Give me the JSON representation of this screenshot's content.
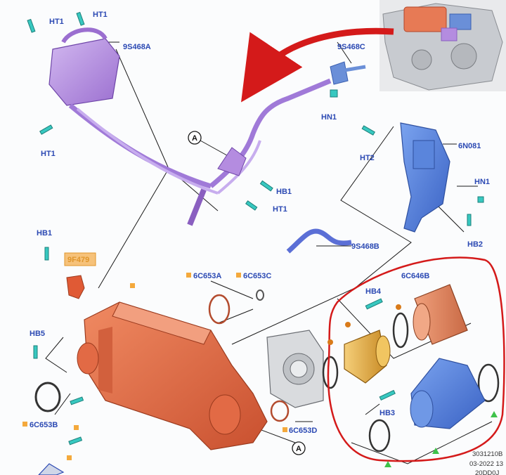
{
  "labels": {
    "ht1_a": "HT1",
    "ht1_b": "HT1",
    "ht1_c": "HT1",
    "ht1_d": "HT1",
    "p9s468a": "9S468A",
    "p9s468c": "9S468C",
    "hn1_a": "HN1",
    "hn1_b": "HN1",
    "ht2": "HT2",
    "p6n081": "6N081",
    "hb2": "HB2",
    "hb1_a": "HB1",
    "hb1_b": "HB1",
    "p9s468b": "9S468B",
    "p9f479": "9F479",
    "p6c653a": "6C653A",
    "p6c653c": "6C653C",
    "hb4": "HB4",
    "p6c646b": "6C646B",
    "hb5": "HB5",
    "hb3": "HB3",
    "p6c653b": "6C653B",
    "p6c653d": "6C653D",
    "callout_a_top": "A",
    "callout_a_bottom": "A"
  },
  "footer": {
    "ref": "3031210B",
    "date": "03-2022 13",
    "code": "20DD0J"
  },
  "colors": {
    "purple_part": "#b48ce0",
    "blue_part": "#4a79d9",
    "orange_part": "#e06a45",
    "gold_part": "#e3a93a",
    "copper_part": "#e08560",
    "label_blue": "#2b49b3",
    "highlight_red": "#d41a1a",
    "fastener_teal": "#37c8c0",
    "tag_orange": "#f4a93c"
  }
}
